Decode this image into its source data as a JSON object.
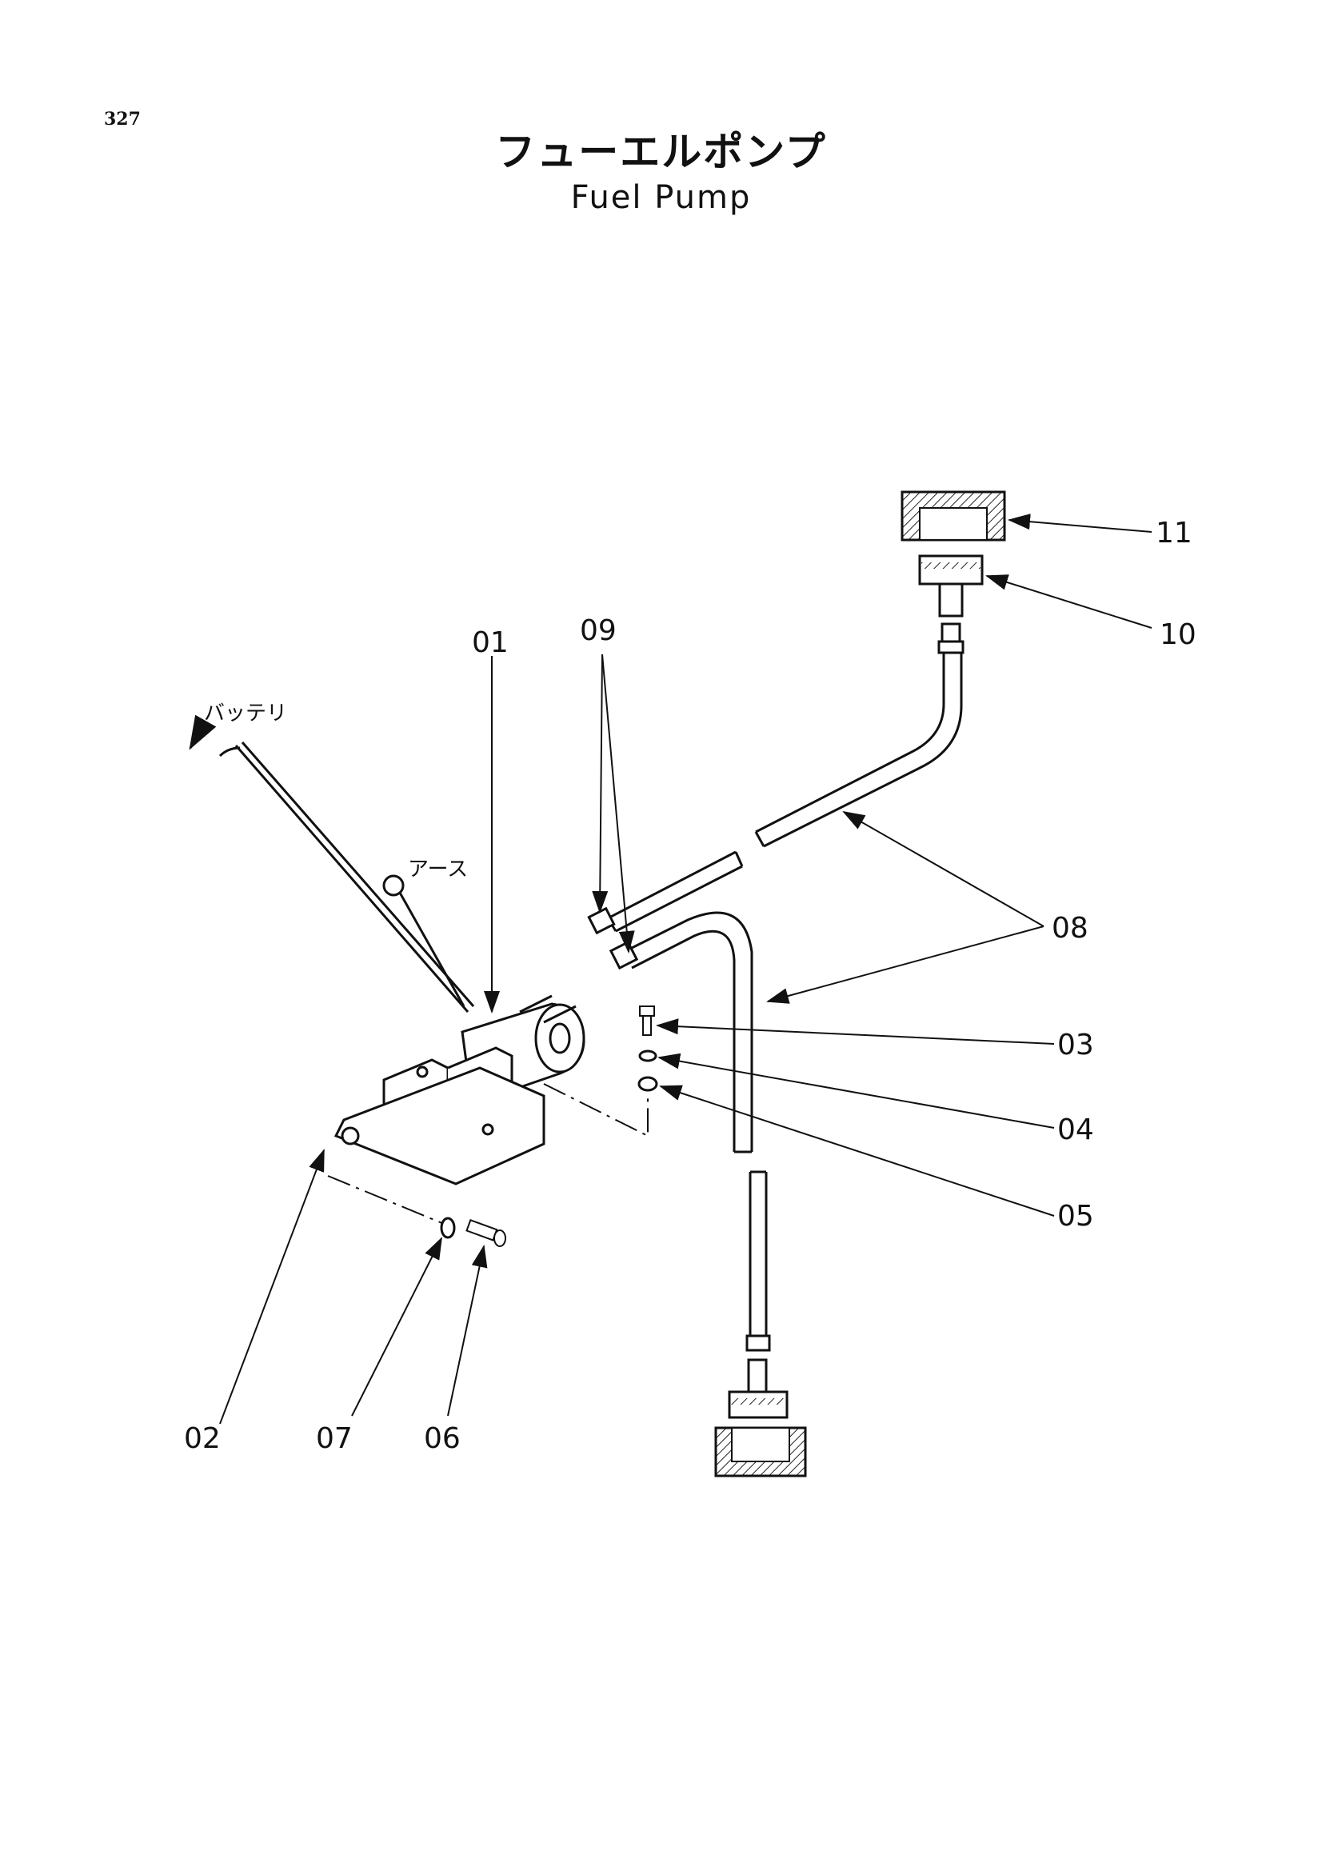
{
  "page_number": "327",
  "title_ja": "フューエルポンプ",
  "title_en": "Fuel Pump",
  "notes": {
    "battery": "バッテリ",
    "earth": "アース"
  },
  "callouts": [
    "01",
    "02",
    "03",
    "04",
    "05",
    "06",
    "07",
    "08",
    "09",
    "10",
    "11"
  ]
}
